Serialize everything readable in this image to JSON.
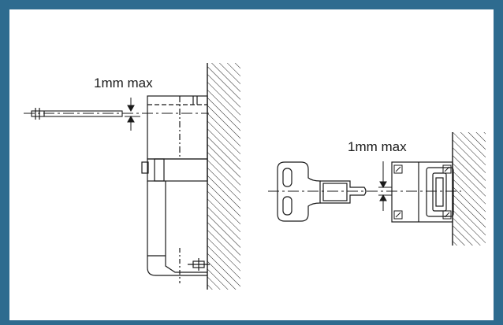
{
  "colors": {
    "border": "#2e6b8f",
    "background": "#ffffff",
    "line": "#1a1a1a",
    "hatch": "#222222"
  },
  "diagram": {
    "left_view": {
      "dimension_label": "1mm max"
    },
    "right_view": {
      "dimension_label": "1mm max"
    }
  },
  "icons": [
    "dimension-arrow-icon",
    "screw-head-icon",
    "wall-hatch"
  ]
}
